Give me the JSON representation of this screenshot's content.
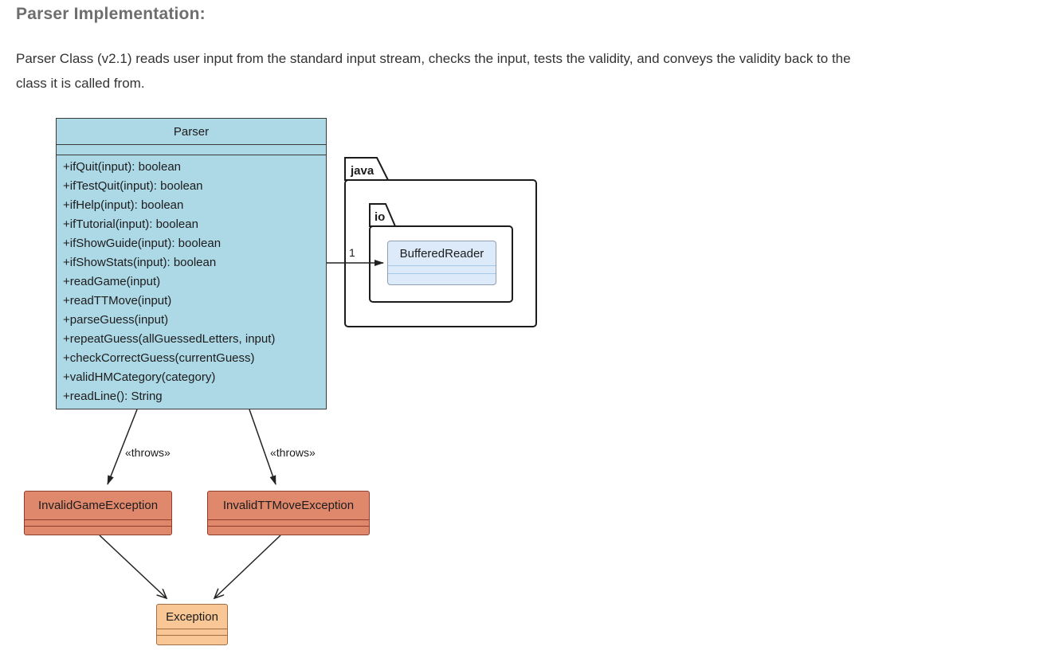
{
  "page": {
    "heading": "Parser Implementation:",
    "paragraph_lines": [
      "Parser Class (v2.1) reads user input from the standard input stream, checks the input, tests the validity, and conveys the validity back to the",
      "class it is called from."
    ]
  },
  "diagram": {
    "parser": {
      "title": "Parser",
      "methods": [
        "+ifQuit(input): boolean",
        "+ifTestQuit(input): boolean",
        "+ifHelp(input): boolean",
        "+ifTutorial(input): boolean",
        "+ifShowGuide(input): boolean",
        "+ifShowStats(input): boolean",
        "+readGame(input)",
        "+readTTMove(input)",
        "+parseGuess(input)",
        "+repeatGuess(allGuessedLetters, input)",
        "+checkCorrectGuess(currentGuess)",
        "+validHMCategory(category)",
        "+readLine(): String"
      ]
    },
    "java_package_label": "java",
    "io_package_label": "io",
    "buffered_reader": {
      "title": "BufferedReader"
    },
    "multiplicity": "1",
    "throws_label_left": "«throws»",
    "throws_label_right": "«throws»",
    "invalid_game_exception": {
      "title": "InvalidGameException"
    },
    "invalid_ttmove_exception": {
      "title": "InvalidTTMoveException"
    },
    "exception": {
      "title": "Exception"
    },
    "colors": {
      "parser_fill": "#ADD8E6",
      "parser_border": "#3A3A3A",
      "br_fill": "#DCEAFA",
      "br_border": "#90A0B0",
      "br_sep": "#A6C9E8",
      "exc_fill": "#E0886C",
      "exc_border": "#8E3C2C",
      "base_exc_fill": "#F8C795",
      "base_exc_border": "#A06E44",
      "arrow": "#222222",
      "heading": "#6E6E6E",
      "body_text": "#333333",
      "diagram_text": "#1C1C1C"
    }
  }
}
